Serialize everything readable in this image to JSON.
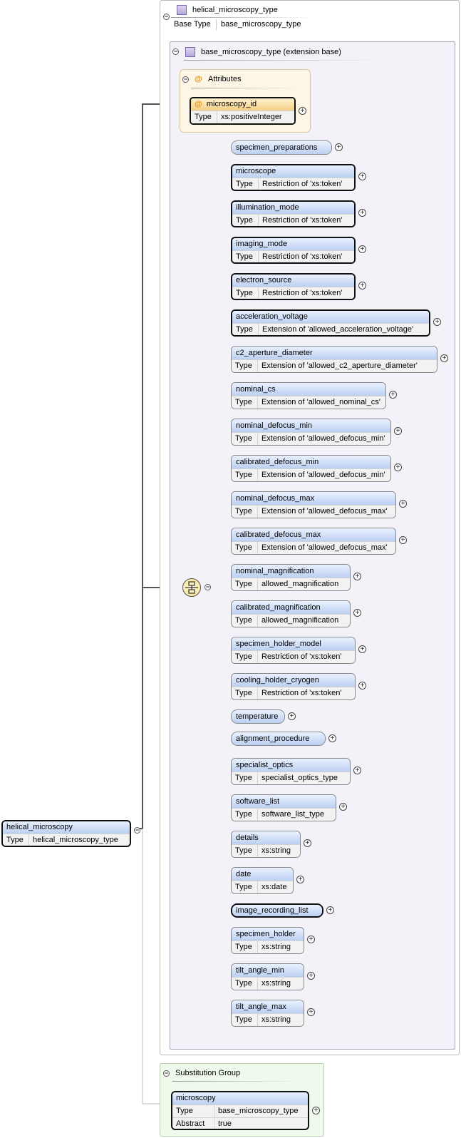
{
  "complex_type": {
    "name": "helical_microscopy_type",
    "base_type_key": "Base Type",
    "base_type_value": "base_microscopy_type"
  },
  "extension": {
    "label": "base_microscopy_type (extension base)"
  },
  "attributes": {
    "title": "Attributes",
    "items": [
      {
        "name": "microscopy_id",
        "type_key": "Type",
        "type_value": "xs:positiveInteger"
      }
    ]
  },
  "root_element": {
    "name": "helical_microscopy",
    "type_key": "Type",
    "type_value": "helical_microscopy_type"
  },
  "sequence": {
    "icon": "sequence-compositor-icon",
    "elements": [
      {
        "name": "specimen_preparations",
        "required": false
      },
      {
        "name": "microscope",
        "type_key": "Type",
        "type_value": "Restriction of 'xs:token'",
        "required": true
      },
      {
        "name": "illumination_mode",
        "type_key": "Type",
        "type_value": "Restriction of 'xs:token'",
        "required": true
      },
      {
        "name": "imaging_mode",
        "type_key": "Type",
        "type_value": "Restriction of 'xs:token'",
        "required": true
      },
      {
        "name": "electron_source",
        "type_key": "Type",
        "type_value": "Restriction of 'xs:token'",
        "required": true
      },
      {
        "name": "acceleration_voltage",
        "type_key": "Type",
        "type_value": "Extension of 'allowed_acceleration_voltage'",
        "required": true
      },
      {
        "name": "c2_aperture_diameter",
        "type_key": "Type",
        "type_value": "Extension of 'allowed_c2_aperture_diameter'",
        "required": false
      },
      {
        "name": "nominal_cs",
        "type_key": "Type",
        "type_value": "Extension of 'allowed_nominal_cs'",
        "required": false
      },
      {
        "name": "nominal_defocus_min",
        "type_key": "Type",
        "type_value": "Extension of 'allowed_defocus_min'",
        "required": false
      },
      {
        "name": "calibrated_defocus_min",
        "type_key": "Type",
        "type_value": "Extension of 'allowed_defocus_min'",
        "required": false
      },
      {
        "name": "nominal_defocus_max",
        "type_key": "Type",
        "type_value": "Extension of 'allowed_defocus_max'",
        "required": false
      },
      {
        "name": "calibrated_defocus_max",
        "type_key": "Type",
        "type_value": "Extension of 'allowed_defocus_max'",
        "required": false
      },
      {
        "name": "nominal_magnification",
        "type_key": "Type",
        "type_value": "allowed_magnification",
        "required": false
      },
      {
        "name": "calibrated_magnification",
        "type_key": "Type",
        "type_value": "allowed_magnification",
        "required": false
      },
      {
        "name": "specimen_holder_model",
        "type_key": "Type",
        "type_value": "Restriction of 'xs:token'",
        "required": false
      },
      {
        "name": "cooling_holder_cryogen",
        "type_key": "Type",
        "type_value": "Restriction of 'xs:token'",
        "required": false
      },
      {
        "name": "temperature",
        "required": false
      },
      {
        "name": "alignment_procedure",
        "required": false
      },
      {
        "name": "specialist_optics",
        "type_key": "Type",
        "type_value": "specialist_optics_type",
        "required": false
      },
      {
        "name": "software_list",
        "type_key": "Type",
        "type_value": "software_list_type",
        "required": false
      },
      {
        "name": "details",
        "type_key": "Type",
        "type_value": "xs:string",
        "required": false
      },
      {
        "name": "date",
        "type_key": "Type",
        "type_value": "xs:date",
        "required": false
      },
      {
        "name": "image_recording_list",
        "required": true
      },
      {
        "name": "specimen_holder",
        "type_key": "Type",
        "type_value": "xs:string",
        "required": false
      },
      {
        "name": "tilt_angle_min",
        "type_key": "Type",
        "type_value": "xs:string",
        "required": false
      },
      {
        "name": "tilt_angle_max",
        "type_key": "Type",
        "type_value": "xs:string",
        "required": false
      }
    ]
  },
  "substitution_group": {
    "title": "Substitution Group",
    "element": {
      "name": "microscopy",
      "rows": [
        {
          "key": "Type",
          "value": "base_microscopy_type"
        },
        {
          "key": "Abstract",
          "value": "true"
        }
      ]
    }
  }
}
